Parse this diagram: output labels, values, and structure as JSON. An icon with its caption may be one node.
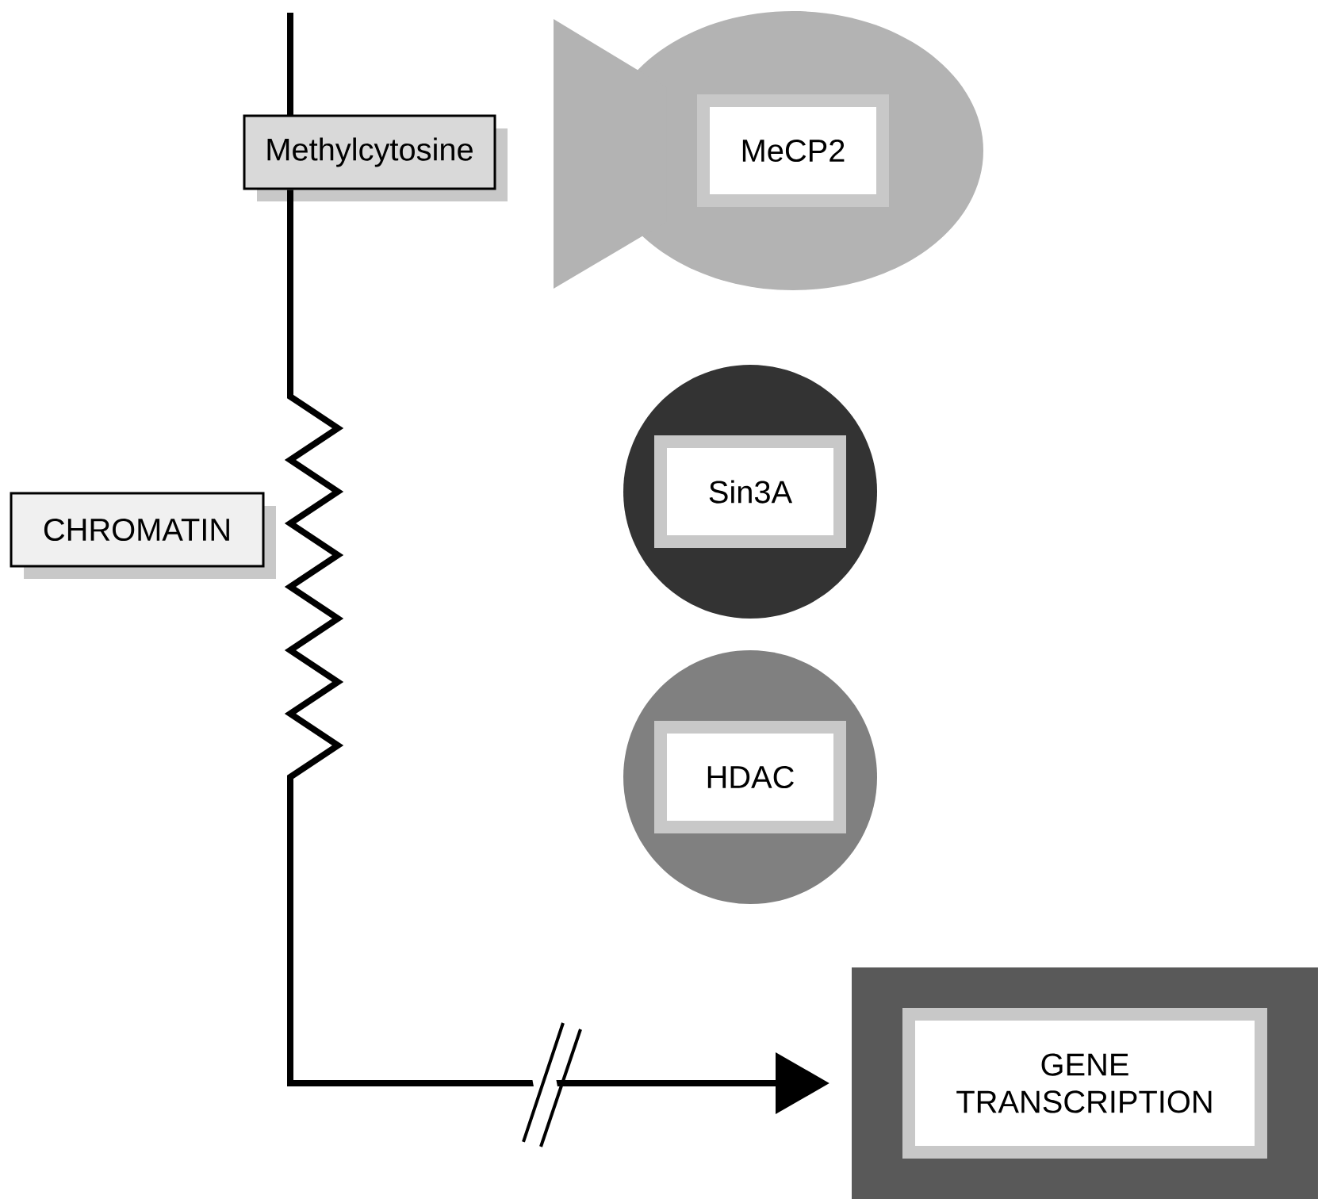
{
  "diagram": {
    "nodes": [
      {
        "text": [
          "Methylcytosine"
        ]
      },
      {
        "text": [
          "CHROMATIN"
        ]
      },
      {
        "text": [
          "MeCP2"
        ]
      },
      {
        "text": [
          "Sin3A"
        ]
      },
      {
        "text": [
          "HDAC"
        ]
      },
      {
        "text": [
          "GENE TRANSCRIPTION"
        ]
      }
    ],
    "edges": [
      {
        "from": 0,
        "to": 5,
        "arrow": "to"
      }
    ]
  }
}
